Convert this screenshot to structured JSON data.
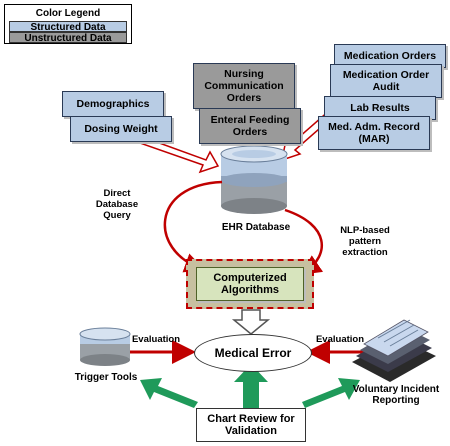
{
  "legend": {
    "title": "Color Legend",
    "structured": "Structured Data",
    "unstructured": "Unstructured Data",
    "structured_color": "#b8cce4",
    "unstructured_color": "#9a9a9a"
  },
  "sources": {
    "demographics": "Demographics",
    "dosing_weight": "Dosing Weight",
    "nursing_orders": "Nursing Communication Orders",
    "enteral_orders": "Enteral Feeding Orders",
    "medication_orders": "Medication Orders",
    "medication_order_audit": "Medication Order Audit",
    "lab_results": "Lab Results",
    "mar": "Med. Adm. Record (MAR)"
  },
  "database": {
    "label": "EHR Database"
  },
  "edges": {
    "direct_query": "Direct Database Query",
    "nlp_extraction": "NLP-based pattern extraction",
    "evaluation_left": "Evaluation",
    "evaluation_right": "Evaluation"
  },
  "algorithms": {
    "label": "Computerized Algorithms"
  },
  "medical_error": {
    "label": "Medical Error"
  },
  "trigger_tools": {
    "label": "Trigger Tools"
  },
  "incident_reporting": {
    "label": "Voluntary Incident Reporting"
  },
  "chart_review": {
    "label": "Chart Review for Validation"
  }
}
